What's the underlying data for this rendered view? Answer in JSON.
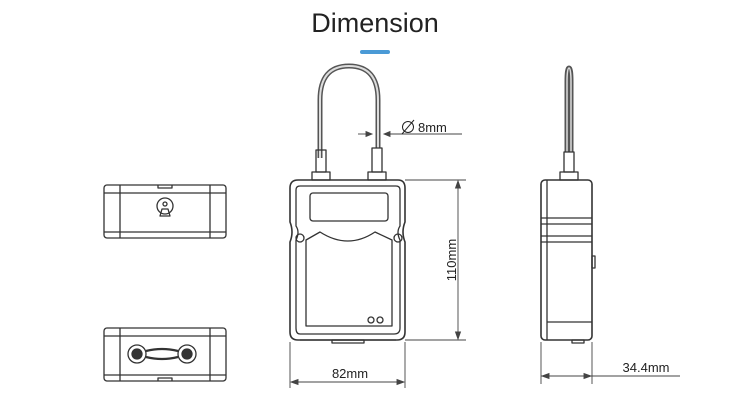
{
  "header": {
    "title": "Dimension",
    "accent_color": "#4a9ad6"
  },
  "dimensions": {
    "diameter": "8mm",
    "height": "110mm",
    "width": "82mm",
    "depth": "34.4mm"
  },
  "icons": {
    "diameter_symbol": "diameter-icon"
  }
}
